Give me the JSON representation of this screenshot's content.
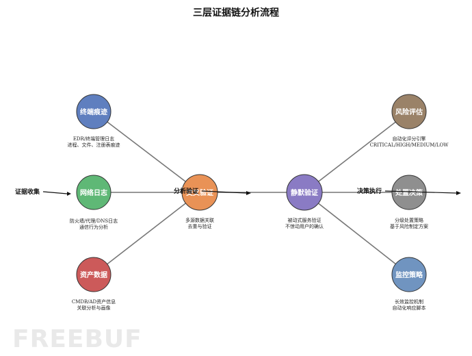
{
  "title": "三层证据链分析流程",
  "watermark": "FREEBUF",
  "colors": {
    "endpoint": "#5f7fbf",
    "network": "#5fb876",
    "asset": "#cc5a5a",
    "cross": "#e99256",
    "silent": "#8a7bc4",
    "risk": "#9a8268",
    "action": "#8f8f8f",
    "monitor": "#7094c0"
  },
  "flow_labels": {
    "evidence": "证据收集",
    "analysis": "分析验证",
    "decision": "决策执行"
  },
  "nodes": {
    "endpoint": {
      "label": "终端痕迹",
      "desc": [
        "EDR/终端管理日志",
        "进程、文件、注册表痕迹"
      ]
    },
    "network": {
      "label": "网络日志",
      "desc": [
        "防火墙/代理/DNS日志",
        "通信行为分析"
      ]
    },
    "asset": {
      "label": "资产数据",
      "desc": [
        "CMDB/AD资产信息",
        "关联分析与画像"
      ]
    },
    "cross": {
      "label": "交叉验证",
      "desc": [
        "多源数据关联",
        "去重与验证"
      ]
    },
    "silent": {
      "label": "静默验证",
      "desc": [
        "被动式服务验证",
        "不惊动用户的确认"
      ]
    },
    "risk": {
      "label": "风险评估",
      "desc": [
        "自动化评分引擎",
        "CRITICAL/HIGH/MEDIUM/LOW"
      ]
    },
    "action": {
      "label": "处置决策",
      "desc": [
        "分级处置策略",
        "基于风险制定方案"
      ]
    },
    "monitor": {
      "label": "监控策略",
      "desc": [
        "长效监控机制",
        "自动化响应脚本"
      ]
    }
  }
}
